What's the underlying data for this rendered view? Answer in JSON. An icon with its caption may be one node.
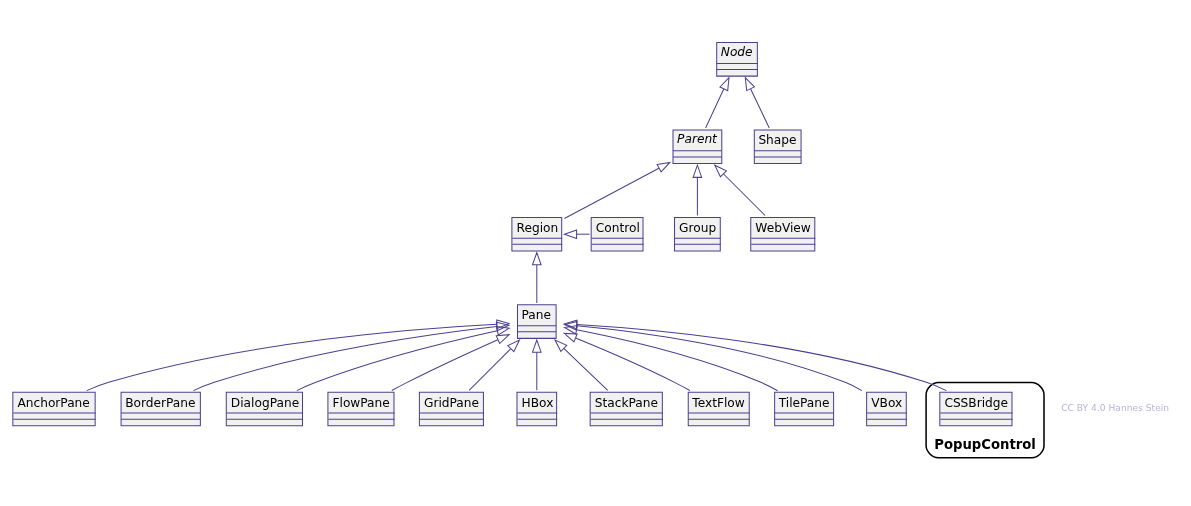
{
  "diagram": {
    "nodes": [
      {
        "text": [
          "Node"
        ]
      },
      {
        "text": [
          "Parent"
        ]
      },
      {
        "text": [
          "Shape"
        ]
      },
      {
        "text": [
          "Region"
        ]
      },
      {
        "text": [
          "Control"
        ]
      },
      {
        "text": [
          "Group"
        ]
      },
      {
        "text": [
          "WebView"
        ]
      },
      {
        "text": [
          "Pane"
        ]
      },
      {
        "text": [
          "AnchorPane"
        ]
      },
      {
        "text": [
          "BorderPane"
        ]
      },
      {
        "text": [
          "DialogPane"
        ]
      },
      {
        "text": [
          "FlowPane"
        ]
      },
      {
        "text": [
          "GridPane"
        ]
      },
      {
        "text": [
          "HBox"
        ]
      },
      {
        "text": [
          "StackPane"
        ]
      },
      {
        "text": [
          "TextFlow"
        ]
      },
      {
        "text": [
          "TilePane"
        ]
      },
      {
        "text": [
          "VBox"
        ]
      },
      {
        "text": [
          "PopupControl"
        ]
      },
      {
        "text": [
          "CSSBridge"
        ],
        "in": 18
      }
    ],
    "edges": [
      {
        "from": 1,
        "to": 0,
        "arrow": "to"
      },
      {
        "from": 2,
        "to": 0,
        "arrow": "to"
      },
      {
        "from": 3,
        "to": 1,
        "arrow": "to"
      },
      {
        "from": 5,
        "to": 1,
        "arrow": "to"
      },
      {
        "from": 6,
        "to": 1,
        "arrow": "to"
      },
      {
        "from": 4,
        "to": 3,
        "arrow": "to"
      },
      {
        "from": 7,
        "to": 3,
        "arrow": "to"
      },
      {
        "from": 8,
        "to": 7,
        "arrow": "to"
      },
      {
        "from": 9,
        "to": 7,
        "arrow": "to"
      },
      {
        "from": 10,
        "to": 7,
        "arrow": "to"
      },
      {
        "from": 11,
        "to": 7,
        "arrow": "to"
      },
      {
        "from": 12,
        "to": 7,
        "arrow": "to"
      },
      {
        "from": 13,
        "to": 7,
        "arrow": "to"
      },
      {
        "from": 14,
        "to": 7,
        "arrow": "to"
      },
      {
        "from": 15,
        "to": 7,
        "arrow": "to"
      },
      {
        "from": 16,
        "to": 7,
        "arrow": "to"
      },
      {
        "from": 17,
        "to": 7,
        "arrow": "to"
      },
      {
        "from": 19,
        "to": 7,
        "arrow": "to"
      }
    ],
    "labels": [
      "CC BY 4.0 Hannes Stein"
    ]
  }
}
